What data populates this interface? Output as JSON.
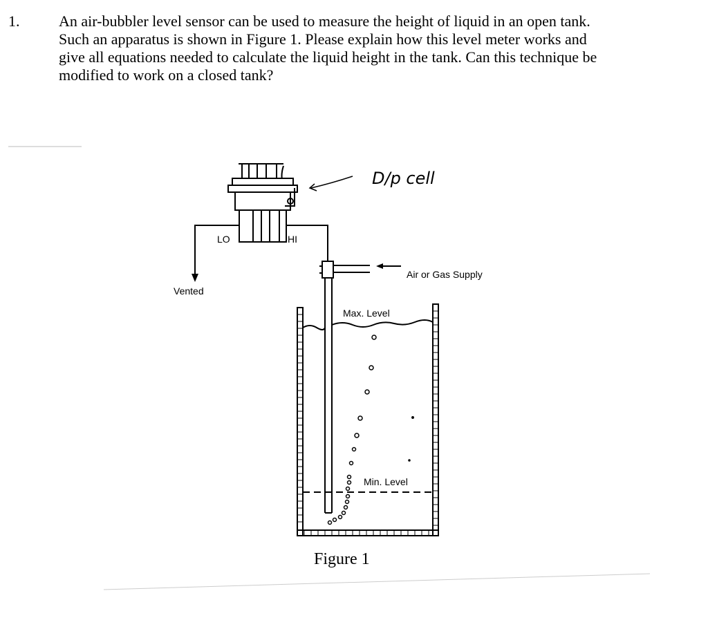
{
  "question": {
    "number": "1.",
    "lines": [
      "An air-bubbler level sensor can be used to measure the height of liquid in an open tank.",
      "Such an apparatus is shown in Figure 1.  Please explain how this level meter works and",
      "give all equations needed to calculate the liquid height in the tank.  Can this technique be",
      "modified to work on a closed tank?"
    ]
  },
  "figure": {
    "handwritten_label": "D/p cell",
    "lo_label": "LO",
    "hi_label": "HI",
    "vented_label": "Vented",
    "supply_label": "Air or Gas Supply",
    "max_level_label": "Max. Level",
    "min_level_label": "Min. Level",
    "caption": "Figure 1"
  }
}
